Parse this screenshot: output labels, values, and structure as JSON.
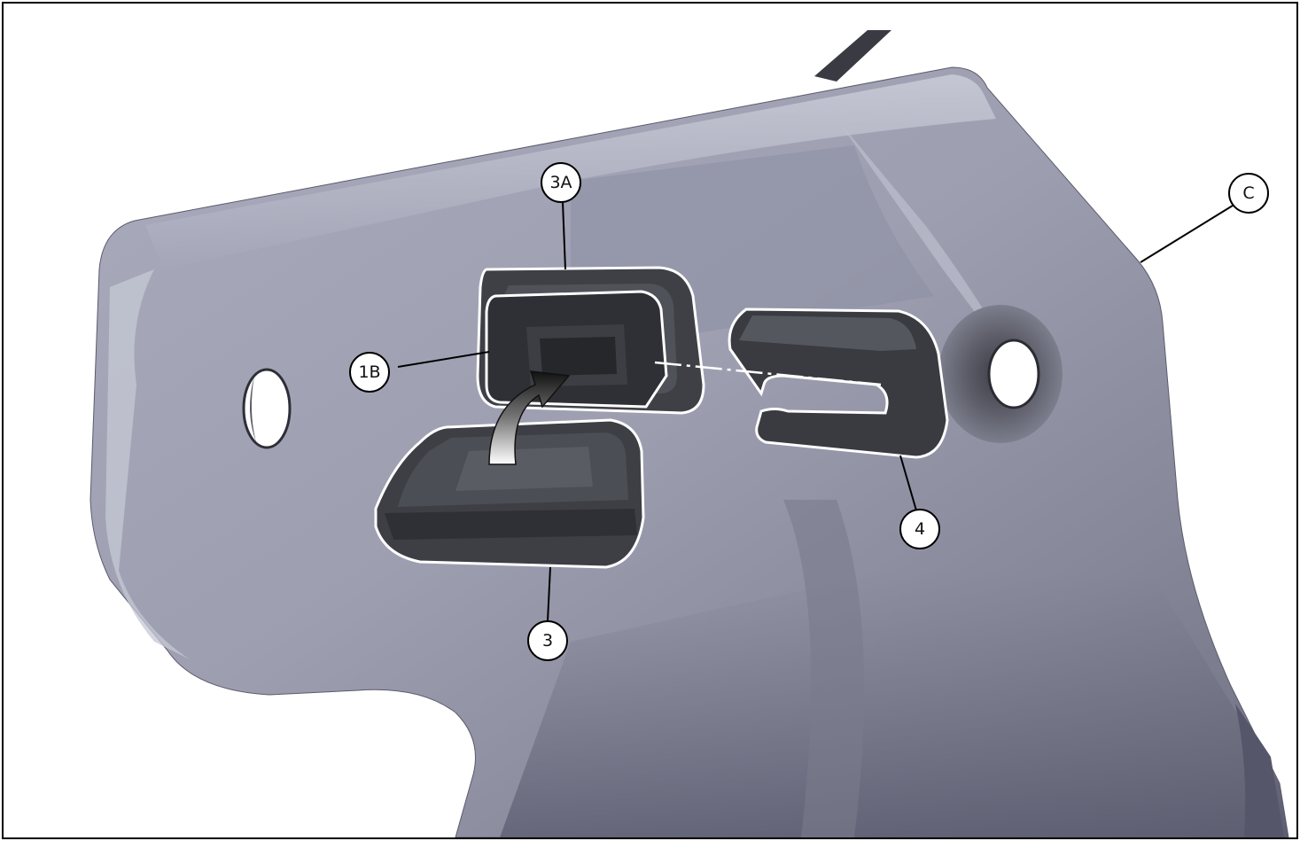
{
  "diagram": {
    "callouts": [
      {
        "id": "3A",
        "label": "3A"
      },
      {
        "id": "C",
        "label": "C"
      },
      {
        "id": "1B",
        "label": "1B"
      },
      {
        "id": "4",
        "label": "4"
      },
      {
        "id": "3",
        "label": "3"
      }
    ],
    "colors": {
      "bracket_light": "#b4b6c6",
      "bracket_mid": "#8e8fa1",
      "bracket_dark": "#6d6e7f",
      "part_dark": "#3d3f44",
      "part_mid": "#4d4f55",
      "outline": "#ffffff",
      "leader": "#000000"
    }
  }
}
